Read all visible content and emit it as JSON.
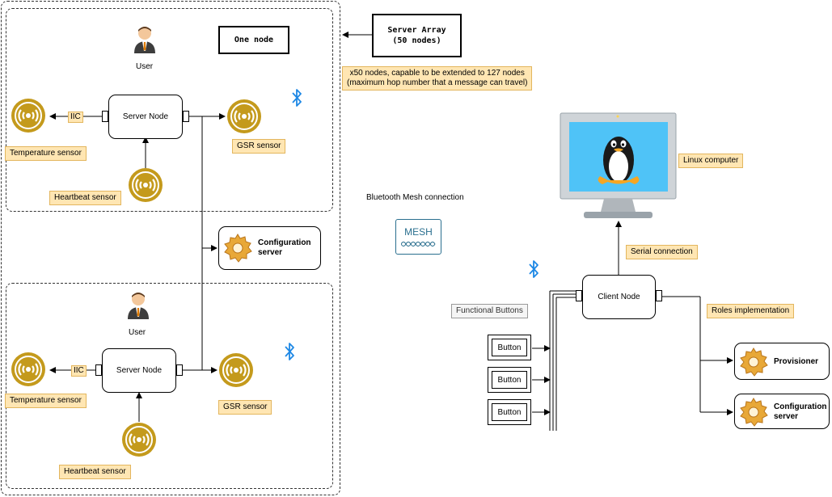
{
  "top_group": {
    "user_label": "User",
    "server_node_label": "Server Node",
    "iic_label": "IIC",
    "temperature_label": "Temperature sensor",
    "heartbeat_label": "Heartbeat sensor",
    "gsr_label": "GSR sensor"
  },
  "bottom_group": {
    "user_label": "User",
    "server_node_label": "Server Node",
    "iic_label": "IIC",
    "temperature_label": "Temperature sensor",
    "heartbeat_label": "Heartbeat sensor",
    "gsr_label": "GSR sensor"
  },
  "one_node_label": "One node",
  "server_array": {
    "line1": "Server Array",
    "line2": "(50 nodes)"
  },
  "nodes_note": {
    "line1": "x50 nodes, capable to be extended to 127 nodes",
    "line2": "(maximum hop number that a message can travel)"
  },
  "config_server_left": {
    "line1": "Configuration",
    "line2": "server"
  },
  "bluetooth_mesh_label": "Bluetooth Mesh connection",
  "mesh_logo_text": "MESH",
  "linux_label": "Linux computer",
  "serial_label": "Serial connection",
  "client_node_label": "Client Node",
  "roles_label": "Roles implementation",
  "functional_buttons_label": "Functional Buttons",
  "buttons": [
    "Button",
    "Button",
    "Button"
  ],
  "provisioner_label": "Provisioner",
  "config_server_right": {
    "line1": "Configuration",
    "line2": "server"
  },
  "colors": {
    "accent_tag": "#ffe6b3",
    "sensor_gold": "#c49a1c",
    "bluetooth": "#1e88e5",
    "screen": "#4fc3f7",
    "gear": "#e8a838"
  },
  "icons": [
    "user-icon",
    "sensor-icon",
    "bluetooth-icon",
    "gear-icon",
    "linux-computer-icon",
    "mesh-logo-icon"
  ]
}
